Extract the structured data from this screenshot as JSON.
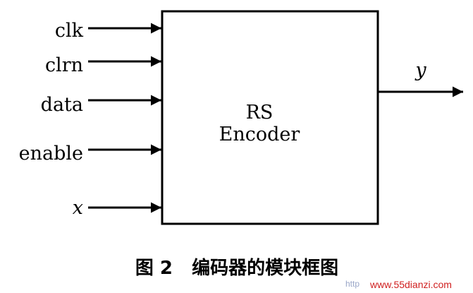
{
  "block": {
    "title_line1": "RS",
    "title_line2": "Encoder"
  },
  "inputs": [
    {
      "name": "clk"
    },
    {
      "name": "clrn"
    },
    {
      "name": "data"
    },
    {
      "name": "enable"
    },
    {
      "name": "x"
    }
  ],
  "output": {
    "name": "y"
  },
  "caption": "图 2   编码器的模块框图",
  "watermark": {
    "prefix": "http",
    "site": "www.55dianzi.com"
  },
  "colors": {
    "stroke": "#000000",
    "watermark": "#d02020"
  }
}
